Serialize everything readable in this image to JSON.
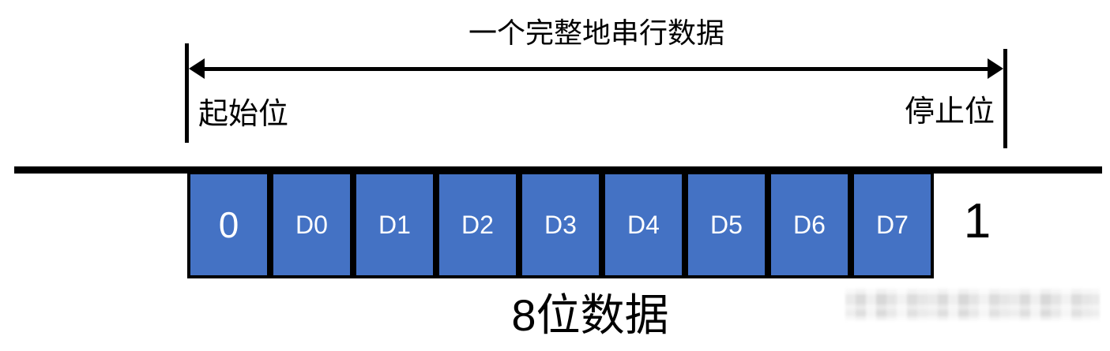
{
  "diagram": {
    "span_label": "一个完整地串行数据",
    "start_bit_label": "起始位",
    "stop_bit_label": "停止位",
    "idle_high_label": "1",
    "caption": "8位数据",
    "bits": [
      "0",
      "D0",
      "D1",
      "D2",
      "D3",
      "D4",
      "D5",
      "D6",
      "D7"
    ],
    "colors": {
      "bit_fill": "#4472C4",
      "bit_text": "#ffffff",
      "line": "#000000"
    }
  }
}
